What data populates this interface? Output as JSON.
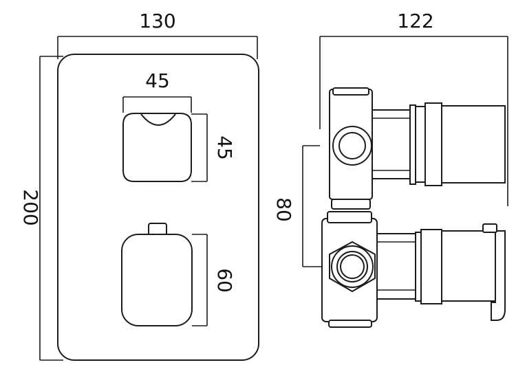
{
  "dimensions": {
    "front_width": "130",
    "front_height": "200",
    "top_handle_width": "45",
    "top_handle_height": "45",
    "bottom_handle_height": "60",
    "side_depth": "122",
    "side_spacing": "80"
  }
}
